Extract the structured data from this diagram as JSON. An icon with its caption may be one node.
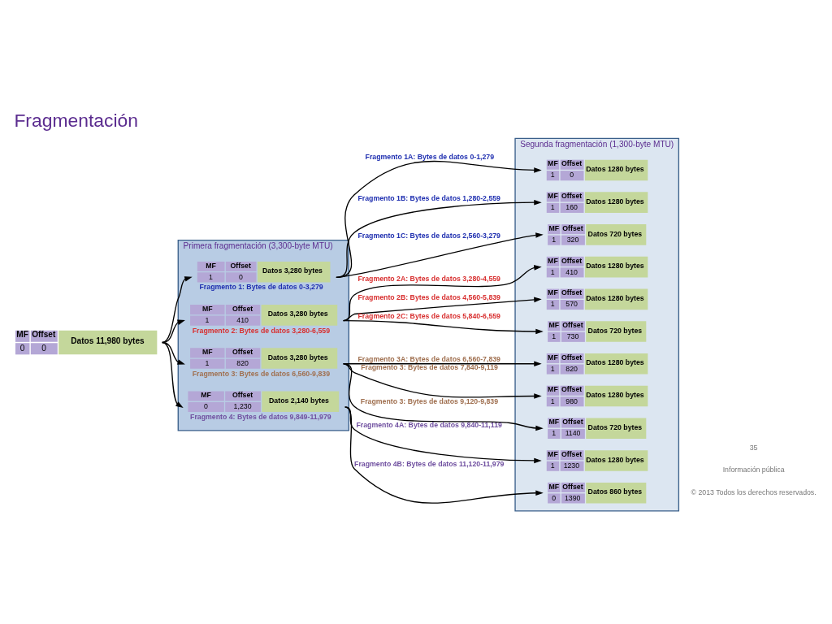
{
  "diagram": {
    "title": "Fragmentación",
    "nodes": [
      {
        "text": [
          "MF",
          "Offset",
          "Datos 11,980 bytes",
          "0",
          "0"
        ]
      },
      {
        "text": [
          "Primera fragmentación (3,300-byte MTU)"
        ]
      },
      {
        "text": [
          "MF",
          "Offset",
          "Datos 3,280 bytes",
          "1",
          "0"
        ],
        "in": 1,
        "beside": [
          "Fragmento 1: Bytes de datos 0-3,279"
        ]
      },
      {
        "text": [
          "MF",
          "Offset",
          "Datos 3,280 bytes",
          "1",
          "410"
        ],
        "in": 1,
        "beside": [
          "Fragmento 2: Bytes de datos 3,280-6,559"
        ]
      },
      {
        "text": [
          "MF",
          "Offset",
          "Datos 3,280 bytes",
          "1",
          "820"
        ],
        "in": 1,
        "beside": [
          "Fragmento 3: Bytes de datos 6,560-9,839"
        ]
      },
      {
        "text": [
          "MF",
          "Offset",
          "Datos 2,140 bytes",
          "0",
          "1,230"
        ],
        "in": 1,
        "beside": [
          "Fragmento 4: Bytes de datos 9,849-11,979"
        ]
      },
      {
        "text": [
          "Segunda fragmentación (1,300-byte MTU)"
        ]
      },
      {
        "text": [
          "MF",
          "Offset",
          "Datos 1280 bytes",
          "1",
          "0"
        ],
        "in": 6
      },
      {
        "text": [
          "MF",
          "Offset",
          "Datos 1280 bytes",
          "1",
          "160"
        ],
        "in": 6
      },
      {
        "text": [
          "MF",
          "Offset",
          "Datos 720 bytes",
          "1",
          "320"
        ],
        "in": 6
      },
      {
        "text": [
          "MF",
          "Offset",
          "Datos 1280 bytes",
          "1",
          "410"
        ],
        "in": 6
      },
      {
        "text": [
          "MF",
          "Offset",
          "Datos 1280 bytes",
          "1",
          "570"
        ],
        "in": 6
      },
      {
        "text": [
          "MF",
          "Offset",
          "Datos 720 bytes",
          "1",
          "730"
        ],
        "in": 6
      },
      {
        "text": [
          "MF",
          "Offset",
          "Datos 1280 bytes",
          "1",
          "820"
        ],
        "in": 6
      },
      {
        "text": [
          "MF",
          "Offset",
          "Datos 1280 bytes",
          "1",
          "980"
        ],
        "in": 6
      },
      {
        "text": [
          "MF",
          "Offset",
          "Datos 720 bytes",
          "1",
          "1140"
        ],
        "in": 6
      },
      {
        "text": [
          "MF",
          "Offset",
          "Datos 1280 bytes",
          "1",
          "1230"
        ],
        "in": 6
      },
      {
        "text": [
          "MF",
          "Offset",
          "Datos 860 bytes",
          "0",
          "1390"
        ],
        "in": 6
      }
    ],
    "edges": [
      {
        "from": 0,
        "to": 2,
        "arrow": "to"
      },
      {
        "from": 0,
        "to": 3,
        "arrow": "to"
      },
      {
        "from": 0,
        "to": 4,
        "arrow": "to"
      },
      {
        "from": 0,
        "to": 5,
        "arrow": "to"
      },
      {
        "from": 2,
        "to": 7,
        "arrow": "to",
        "label": "Fragmento 1A: Bytes de datos 0-1,279"
      },
      {
        "from": 2,
        "to": 8,
        "arrow": "to",
        "label": "Fragmento 1B: Bytes de datos 1,280-2,559"
      },
      {
        "from": 2,
        "to": 9,
        "arrow": "to",
        "label": "Fragmento 1C: Bytes de datos 2,560-3,279"
      },
      {
        "from": 3,
        "to": 10,
        "arrow": "to",
        "label": "Fragmento 2A: Bytes de datos 3,280-4,559"
      },
      {
        "from": 3,
        "to": 11,
        "arrow": "to",
        "label": "Fragmento 2B: Bytes de datos 4,560-5,839"
      },
      {
        "from": 3,
        "to": 12,
        "arrow": "to",
        "label": "Fragmento 2C: Bytes de datos 5,840-6,559"
      },
      {
        "from": 4,
        "to": 13,
        "arrow": "to",
        "label": "Fragmento 3A: Bytes de datos 6,560-7,839"
      },
      {
        "from": 4,
        "to": 14,
        "arrow": "to",
        "label": "Fragmento 3: Bytes de datos 7,840-9,119"
      },
      {
        "from": 4,
        "to": 15,
        "arrow": "to",
        "label": "Fragmento 3: Bytes de datos 9,120-9,839"
      },
      {
        "from": 5,
        "to": 16,
        "arrow": "to",
        "label": "Fragmento 4A: Bytes de datos 9,840-11,119"
      },
      {
        "from": 5,
        "to": 17,
        "arrow": "to",
        "label": "Fragmento 4B: Bytes de datos 11,120-11,979"
      }
    ],
    "labels": [
      "© 2013 Todos los derechos reservados.",
      "Información pública",
      "35"
    ]
  }
}
